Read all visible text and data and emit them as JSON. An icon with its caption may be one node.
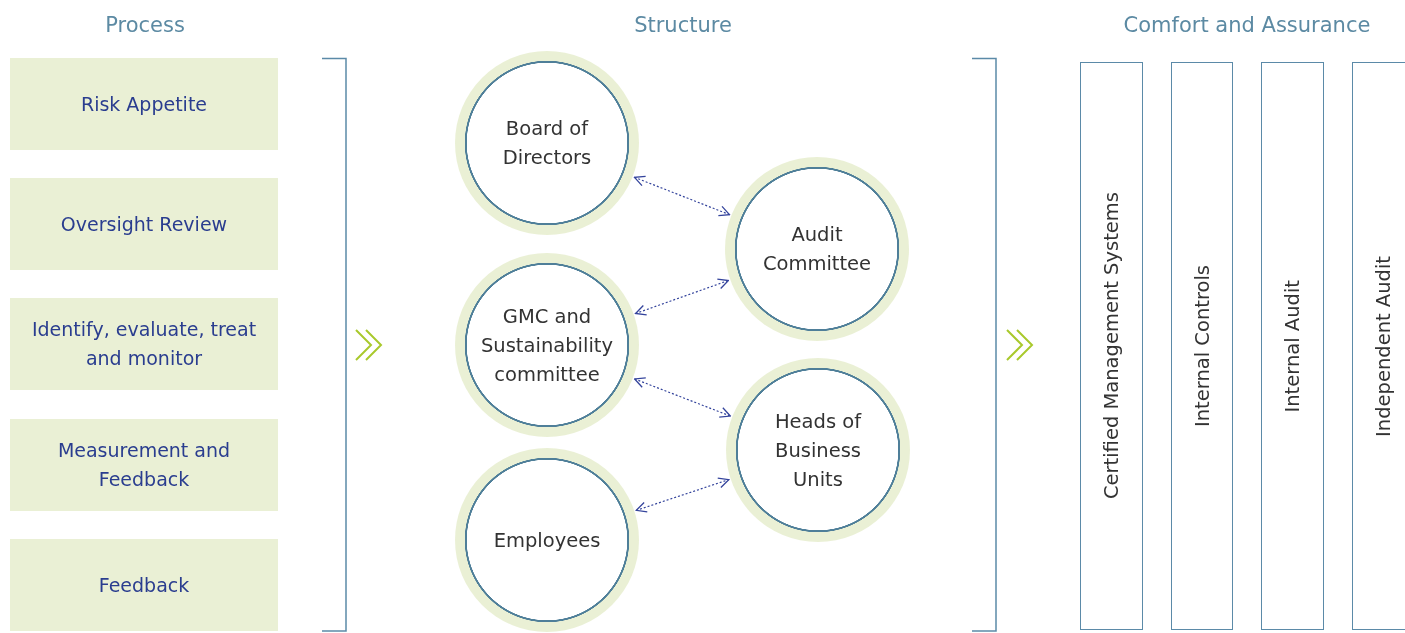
{
  "diagram": {
    "nodes": [
      {
        "text": [
          "Risk Appetite"
        ]
      },
      {
        "text": [
          "Oversight Review"
        ]
      },
      {
        "text": [
          "Identify, evaluate, treat and monitor"
        ]
      },
      {
        "text": [
          "Measurement and Feedback"
        ]
      },
      {
        "text": [
          "Feedback"
        ]
      },
      {
        "text": [
          "Board of Directors"
        ]
      },
      {
        "text": [
          "Audit Committee"
        ]
      },
      {
        "text": [
          "GMC and Sustainability committee"
        ]
      },
      {
        "text": [
          "Heads of Business Units"
        ]
      },
      {
        "text": [
          "Employees"
        ]
      },
      {
        "text": [
          "Certified Management Systems"
        ]
      },
      {
        "text": [
          "Internal Controls"
        ]
      },
      {
        "text": [
          "Internal Audit"
        ]
      },
      {
        "text": [
          "Independent Audit"
        ]
      }
    ],
    "edges": [
      {
        "from": 5,
        "to": 6,
        "arrow": "both",
        "style": "dashed"
      },
      {
        "from": 7,
        "to": 6,
        "arrow": "both",
        "style": "dashed"
      },
      {
        "from": 7,
        "to": 8,
        "arrow": "both",
        "style": "dashed"
      },
      {
        "from": 9,
        "to": 8,
        "arrow": "both",
        "style": "dashed"
      }
    ],
    "labels": [
      "Process",
      "Structure",
      "Comfort and Assurance"
    ]
  }
}
